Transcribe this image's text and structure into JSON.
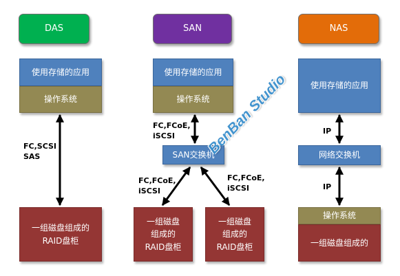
{
  "headers": {
    "das": "DAS",
    "san": "SAN",
    "nas": "NAS"
  },
  "colors": {
    "das": "#00b050",
    "san": "#7030a0",
    "nas": "#e36c09"
  },
  "das": {
    "app": "使用存储的应用",
    "os": "操作系统",
    "protocol_line1": "FC,SCSI",
    "protocol_line2": "SAS",
    "storage_line1": "一组磁盘组成的",
    "storage_line2": "RAID盘柜"
  },
  "san": {
    "app": "使用存储的应用",
    "os": "操作系统",
    "protocol_top_line1": "FC,FCoE,",
    "protocol_top_line2": "iSCSI",
    "switch": "SAN交换机",
    "protocol_left_line1": "FC,FCoE,",
    "protocol_left_line2": "iSCSI",
    "protocol_right_line1": "FC,FCoE,",
    "protocol_right_line2": "iSCSI",
    "storage_left_line1": "一组磁盘",
    "storage_left_line2": "组成的",
    "storage_left_line3": "RAID盘柜",
    "storage_right_line1": "一组磁盘",
    "storage_right_line2": "组成的",
    "storage_right_line3": "RAID盘柜"
  },
  "nas": {
    "app": "使用存储的应用",
    "protocol_top": "IP",
    "switch": "网络交换机",
    "protocol_bottom": "IP",
    "os": "操作系统",
    "storage": "一组磁盘组成的"
  },
  "watermark": "BenBan Studio"
}
